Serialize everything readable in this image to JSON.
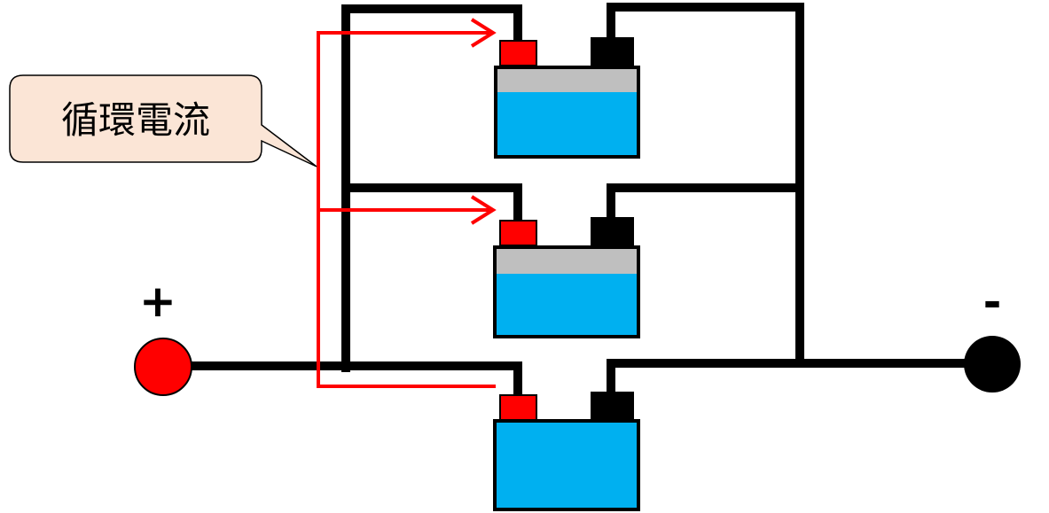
{
  "callout": {
    "label": "循環電流"
  },
  "terminals": {
    "positive_label": "+",
    "negative_label": "-"
  },
  "colors": {
    "wire": "#000000",
    "current_arrow": "#ff0000",
    "positive_terminal": "#ff0000",
    "negative_terminal": "#000000",
    "battery_body": "#00b0f0",
    "battery_empty_band": "#bfbfbf",
    "callout_fill": "#fbe5d6"
  },
  "batteries": [
    {
      "name": "battery-top",
      "shows_empty_band": true
    },
    {
      "name": "battery-middle",
      "shows_empty_band": true
    },
    {
      "name": "battery-bottom",
      "shows_empty_band": false
    }
  ]
}
